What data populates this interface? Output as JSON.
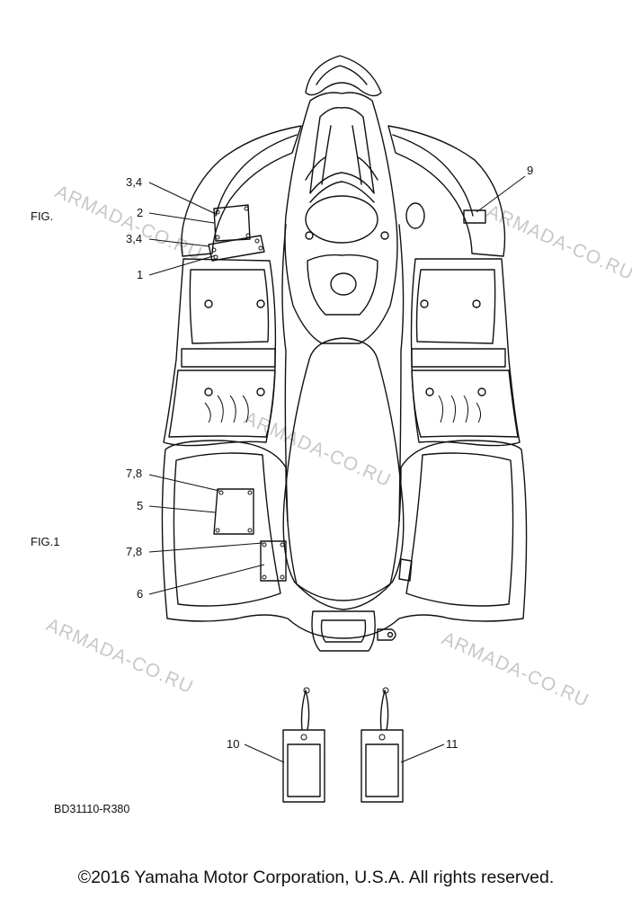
{
  "watermarks": [
    "ARMADA-CO.RU",
    "ARMADA-CO.RU",
    "ARMADA-CO.RU",
    "ARMADA-CO.RU",
    "ARMADA-CO.RU"
  ],
  "figure_labels": {
    "fig": "FIG.",
    "fig1": "FIG.1"
  },
  "callouts": {
    "c34_top": "3,4",
    "c2": "2",
    "c34_mid": "3,4",
    "c1": "1",
    "c9": "9",
    "c78_top": "7,8",
    "c5": "5",
    "c78_bottom": "7,8",
    "c6": "6",
    "c10": "10",
    "c11": "11"
  },
  "reference_code": "BD31110-R380",
  "copyright": "©2016 Yamaha Motor Corporation, U.S.A. All rights reserved."
}
